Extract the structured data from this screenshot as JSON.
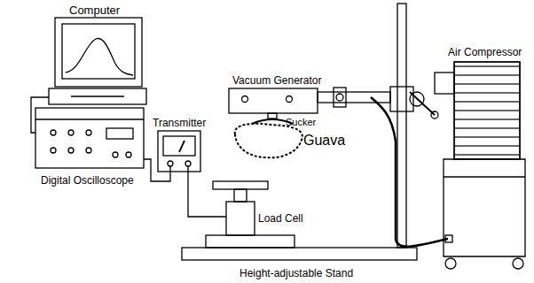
{
  "diagram": {
    "labels": [
      "Computer",
      "Transmitter",
      "Vacuum Generator",
      "Sucker",
      "Guava",
      "Air Compressor",
      "Load Cell",
      "Digital Oscilloscope",
      "Height-adjustable Stand"
    ]
  }
}
